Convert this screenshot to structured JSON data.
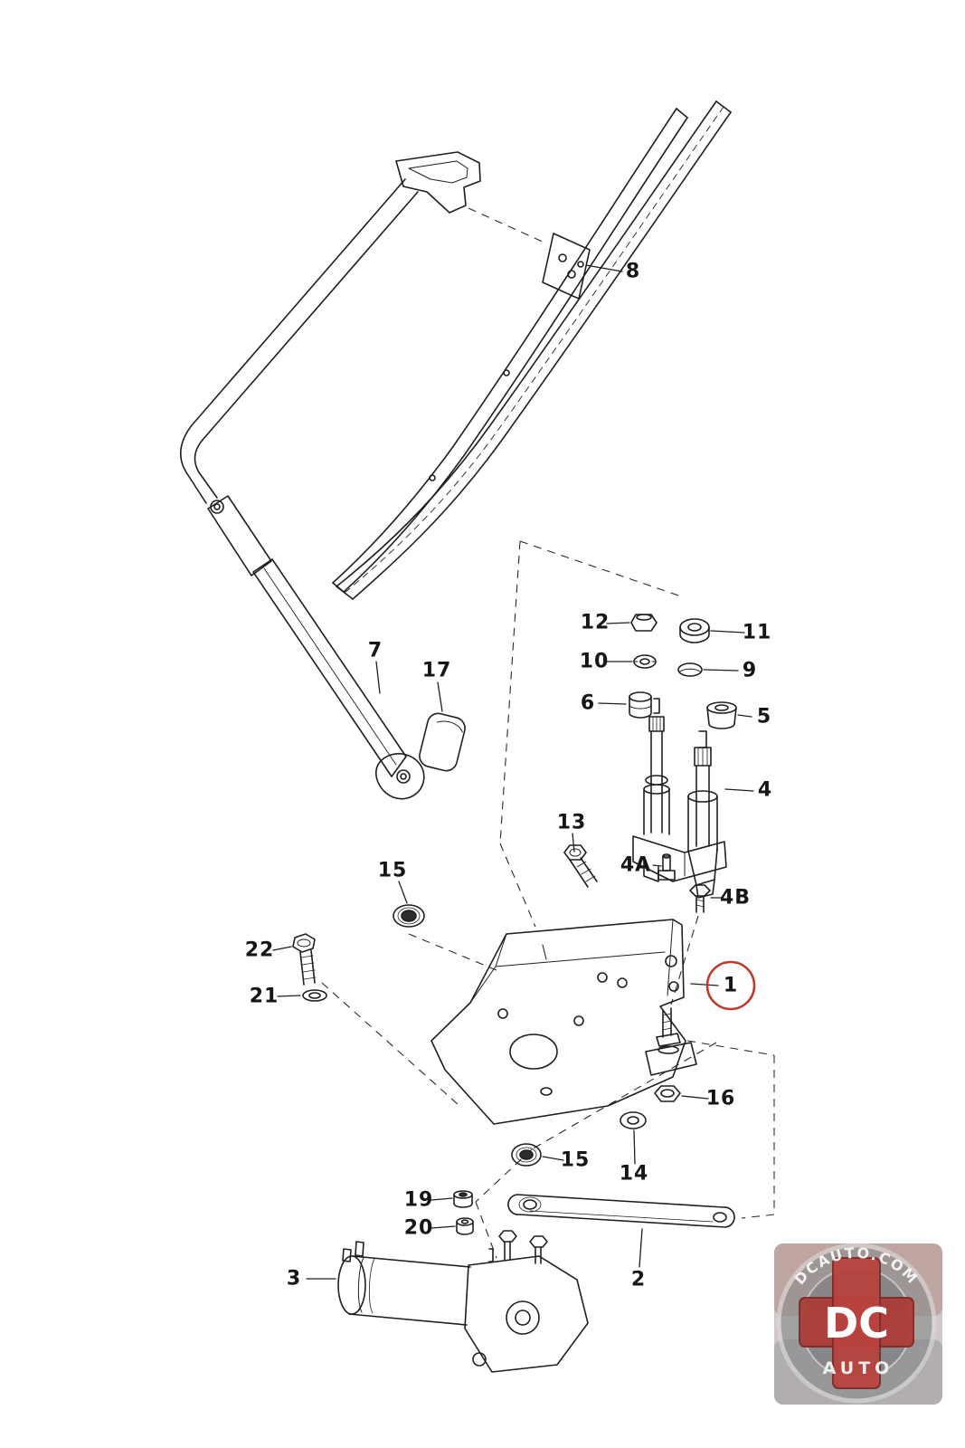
{
  "diagram": {
    "part_labels": [
      {
        "text": "8"
      },
      {
        "text": "7"
      },
      {
        "text": "17"
      },
      {
        "text": "12"
      },
      {
        "text": "11"
      },
      {
        "text": "10"
      },
      {
        "text": "9"
      },
      {
        "text": "6"
      },
      {
        "text": "5"
      },
      {
        "text": "4"
      },
      {
        "text": "4A"
      },
      {
        "text": "4B"
      },
      {
        "text": "13"
      },
      {
        "text": "15"
      },
      {
        "text": "22"
      },
      {
        "text": "21"
      },
      {
        "text": "1"
      },
      {
        "text": "16"
      },
      {
        "text": "15"
      },
      {
        "text": "14"
      },
      {
        "text": "19"
      },
      {
        "text": "20"
      },
      {
        "text": "2"
      },
      {
        "text": "3"
      }
    ],
    "highlighted_part": "1",
    "highlight_color": "#c0392b",
    "line_color": "#1f1f1f",
    "watermark": {
      "site": "DCAUTO.COM",
      "initials": "DC",
      "word": "AUTO"
    }
  }
}
